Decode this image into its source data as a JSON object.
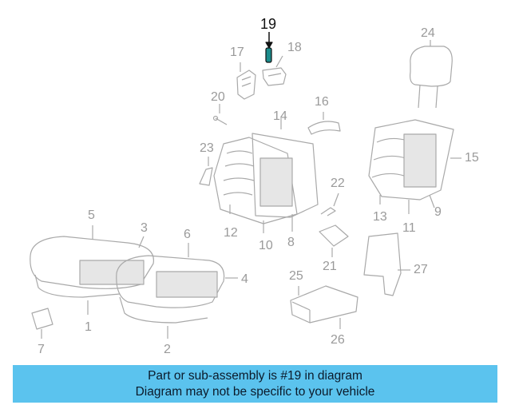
{
  "diagram": {
    "highlighted_part": "19",
    "part_numbers": [
      "1",
      "2",
      "3",
      "4",
      "5",
      "6",
      "7",
      "8",
      "9",
      "10",
      "11",
      "12",
      "13",
      "14",
      "15",
      "16",
      "17",
      "18",
      "19",
      "20",
      "21",
      "22",
      "23",
      "24",
      "25",
      "26",
      "27"
    ]
  },
  "banner": {
    "line1": "Part or sub-assembly is #19 in diagram",
    "line2": "Diagram may not be specific to your vehicle",
    "color": "#5bc3ee"
  }
}
